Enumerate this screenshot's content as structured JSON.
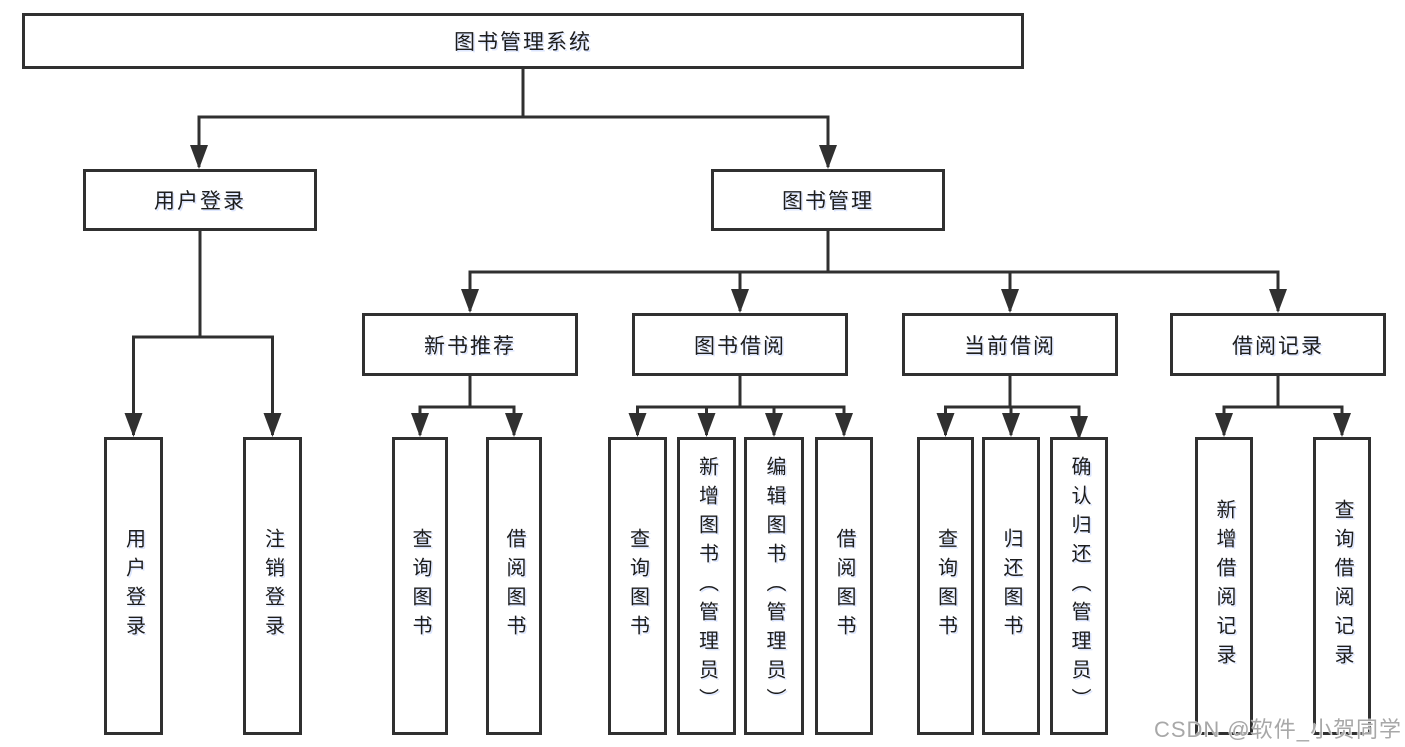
{
  "colors": {
    "line": "#303030",
    "text": "#1d1d1d",
    "watermark": "#a8a8a8",
    "background": "#ffffff"
  },
  "watermark": {
    "text": "CSDN @软件_小贺同学"
  },
  "tree": {
    "root": {
      "label": "图书管理系统"
    },
    "branches": [
      {
        "label": "用户登录",
        "children": [
          {
            "label": "用户登录"
          },
          {
            "label": "注销登录"
          }
        ]
      },
      {
        "label": "图书管理",
        "groups": [
          {
            "label": "新书推荐",
            "children": [
              {
                "label": "查询图书"
              },
              {
                "label": "借阅图书"
              }
            ]
          },
          {
            "label": "图书借阅",
            "children": [
              {
                "label": "查询图书"
              },
              {
                "label": "新增图书（管理员）"
              },
              {
                "label": "编辑图书（管理员）"
              },
              {
                "label": "借阅图书"
              }
            ]
          },
          {
            "label": "当前借阅",
            "children": [
              {
                "label": "查询图书"
              },
              {
                "label": "归还图书"
              },
              {
                "label": "确认归还（管理员）"
              }
            ]
          },
          {
            "label": "借阅记录",
            "children": [
              {
                "label": "新增借阅记录"
              },
              {
                "label": "查询借阅记录"
              }
            ]
          }
        ]
      }
    ]
  }
}
